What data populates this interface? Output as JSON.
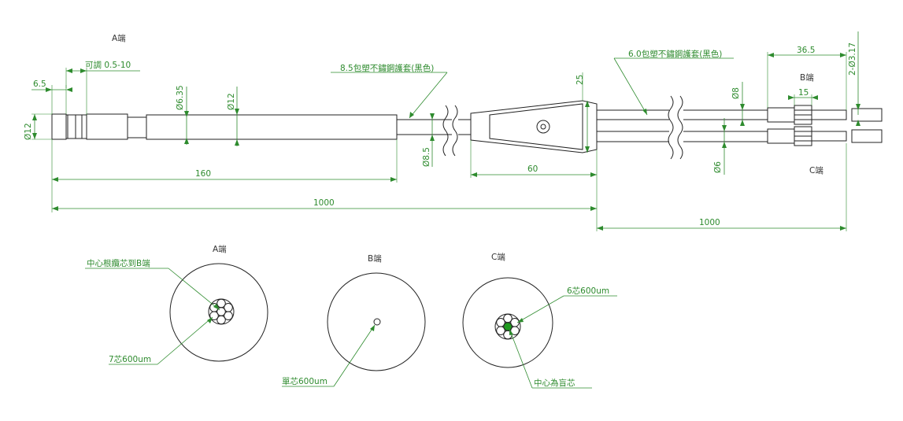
{
  "labels": {
    "end_a": "A端",
    "end_b": "B端",
    "end_c": "C端",
    "adjust": "可調 0.5-10",
    "sheath_85": "8.5包塑不鏽鋼護套(黑色)",
    "sheath_60": "6.0包塑不鏽鋼護套(黑色)"
  },
  "dims": {
    "d_6_5": "6.5",
    "d_phi12_a": "Ø12",
    "d_phi6_35": "Ø6.35",
    "d_phi12_b": "Ø12",
    "d_phi8_5": "Ø8.5",
    "d_25": "25",
    "d_phi8": "Ø8",
    "d_phi6": "Ø6",
    "d_36_5": "36.5",
    "d_15": "15",
    "d_2phi3_17": "2-Ø3.17",
    "d_160": "160",
    "d_60": "60",
    "d_1000_a": "1000",
    "d_1000_b": "1000"
  },
  "sections": {
    "a_title": "A端",
    "b_title": "B端",
    "c_title": "C端",
    "a_center_note": "中心根纜芯到B端",
    "a_cores": "7芯600um",
    "b_core": "單芯600um",
    "c_cores": "6芯600um",
    "c_center": "中心為盲芯"
  },
  "colors": {
    "dimension": "#2e8b2e",
    "outline": "#222222",
    "blind_core": "#1f9a1f"
  }
}
